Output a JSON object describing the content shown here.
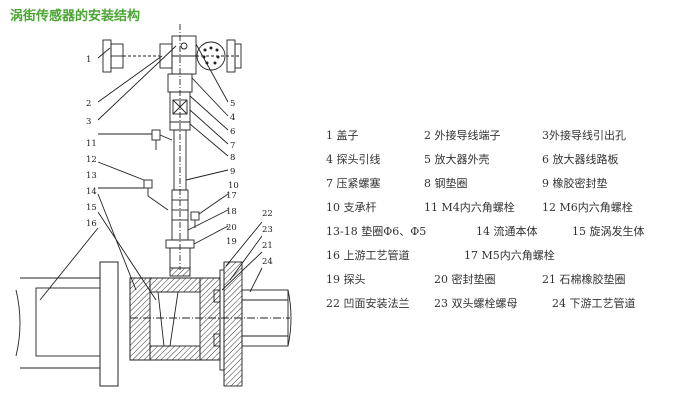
{
  "title": "涡街传感器的安装结构",
  "callouts": [
    "1",
    "2",
    "3",
    "4",
    "5",
    "6",
    "7",
    "8",
    "9",
    "10",
    "11",
    "12",
    "13",
    "14",
    "15",
    "16",
    "17",
    "18",
    "19",
    "20",
    "21",
    "22",
    "23",
    "24"
  ],
  "legend": [
    [
      "1  盖子",
      "2 外接导线端子",
      "3外接导线引出孔"
    ],
    [
      "4 探头引线",
      "5  放大器外壳",
      "6 放大器线路板"
    ],
    [
      "7 压紧螺塞",
      "8  钢垫圈",
      "9 橡胶密封垫"
    ],
    [
      "10 支承杆",
      "11  M4内六角螺栓",
      "12 M6内六角螺栓"
    ],
    [
      "13-18  垫圈Φ6、Φ5",
      "14  流通本体",
      "15  旋涡发生体"
    ],
    [
      "16  上游工艺管道",
      "17  M5内六角螺栓"
    ],
    [
      "19 探头",
      "20  密封垫圈",
      "21 石棉橡胶垫圈"
    ],
    [
      "22 凹面安装法兰",
      "23 双头螺栓螺母",
      "24 下游工艺管道"
    ]
  ],
  "colors": {
    "title": "#4aa533",
    "line": "#222222",
    "hatch": "#333333"
  }
}
